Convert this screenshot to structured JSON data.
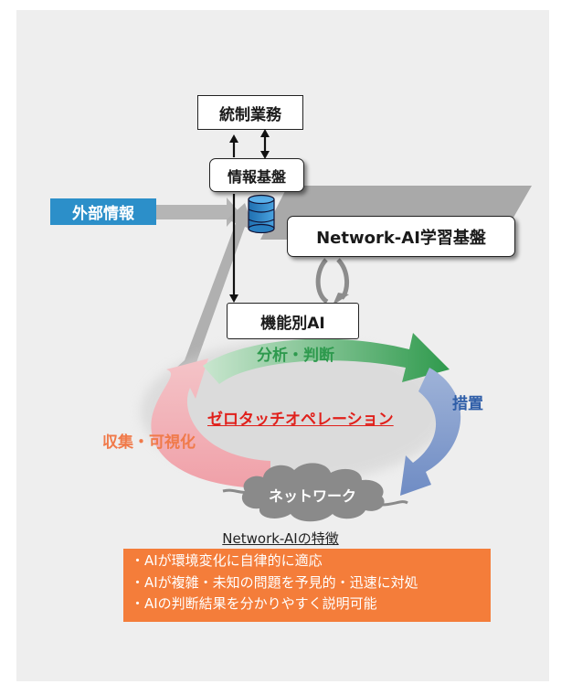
{
  "nodes": {
    "control_ops": "統制業務",
    "info_platform": "情報基盤",
    "external_info": "外部情報",
    "network_ai_platform": "Network-AI学習基盤",
    "function_ai": "機能別AI",
    "network": "ネットワーク"
  },
  "cycle": {
    "collect_visualize": "収集・可視化",
    "analyze_judge": "分析・判断",
    "action": "措置",
    "center": "ゼロタッチオペレーション"
  },
  "features": {
    "title": "Network-AIの特徴",
    "items": [
      "・AIが環境変化に自律的に適応",
      "・AIが複雑・未知の問題を予見的・迅速に対処",
      "・AIの判断結果を分かりやすく説明可能"
    ]
  },
  "colors": {
    "external_info_bg": "#2c8fc9",
    "features_bg": "#f47d3a",
    "collect_color": "#f07a4a",
    "analyze_color": "#2e9a4e",
    "action_color": "#2f5ea8",
    "center_color": "#e0201b"
  }
}
